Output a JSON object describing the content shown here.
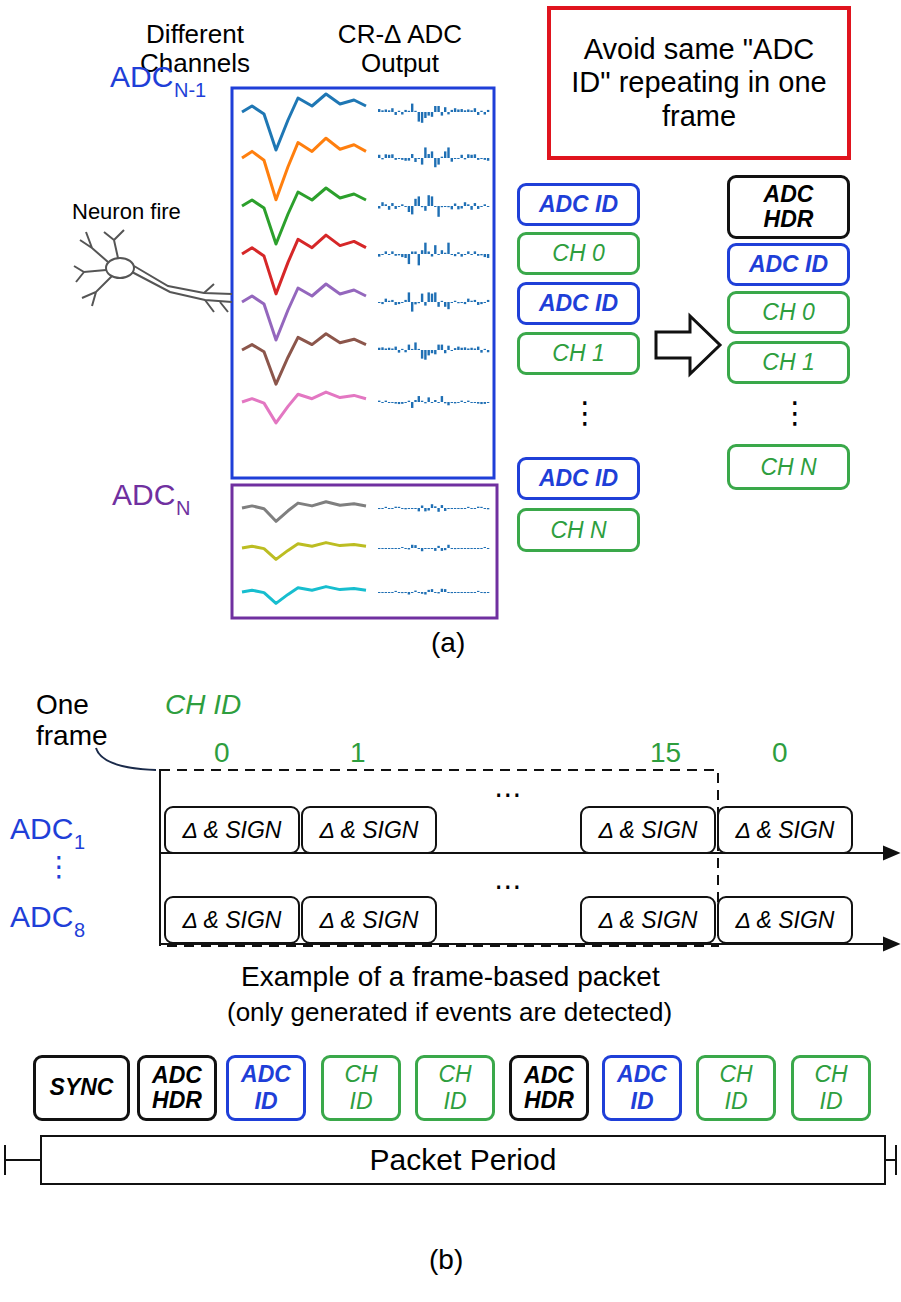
{
  "diagram": {
    "nodes": [
      {
        "text": [
          "Avoid same \"ADC ID\" repeating in one frame"
        ]
      },
      {
        "text": [
          "ADC ID"
        ]
      },
      {
        "text": [
          "CH 0"
        ]
      },
      {
        "text": [
          "ADC ID"
        ]
      },
      {
        "text": [
          "CH 1"
        ]
      },
      {
        "text": [
          "ADC ID"
        ]
      },
      {
        "text": [
          "CH N"
        ]
      },
      {
        "text": [
          "ADC HDR"
        ]
      },
      {
        "text": [
          "ADC ID"
        ]
      },
      {
        "text": [
          "CH 0"
        ]
      },
      {
        "text": [
          "CH 1"
        ]
      },
      {
        "text": [
          "CH N"
        ]
      },
      {
        "text": [
          "Δ & SIGN"
        ]
      },
      {
        "text": [
          "Δ & SIGN"
        ]
      },
      {
        "text": [
          "Δ & SIGN"
        ]
      },
      {
        "text": [
          "Δ & SIGN"
        ]
      },
      {
        "text": [
          "Δ & SIGN"
        ]
      },
      {
        "text": [
          "Δ & SIGN"
        ]
      },
      {
        "text": [
          "Δ & SIGN"
        ]
      },
      {
        "text": [
          "Δ & SIGN"
        ]
      },
      {
        "text": [
          "SYNC"
        ]
      },
      {
        "text": [
          "ADC HDR"
        ]
      },
      {
        "text": [
          "ADC ID"
        ]
      },
      {
        "text": [
          "CH ID"
        ]
      },
      {
        "text": [
          "CH ID"
        ]
      },
      {
        "text": [
          "ADC HDR"
        ]
      },
      {
        "text": [
          "ADC ID"
        ]
      },
      {
        "text": [
          "CH ID"
        ]
      },
      {
        "text": [
          "CH ID"
        ]
      },
      {
        "text": [
          "Packet Period"
        ]
      }
    ],
    "labels": [
      "Different Channels",
      "CR-Δ ADC Output",
      "ADC",
      "N-1",
      "Neuron fire",
      "ADC",
      "N",
      "(a)",
      "One frame",
      "CH ID",
      "0",
      "1",
      "15",
      "0",
      "ADC",
      "1",
      "⋮",
      "ADC",
      "8",
      "⋯",
      "⋯",
      "Example of a frame-based packet",
      "(only generated if events are detected)",
      "(b)",
      "⋮",
      "⋮"
    ]
  }
}
